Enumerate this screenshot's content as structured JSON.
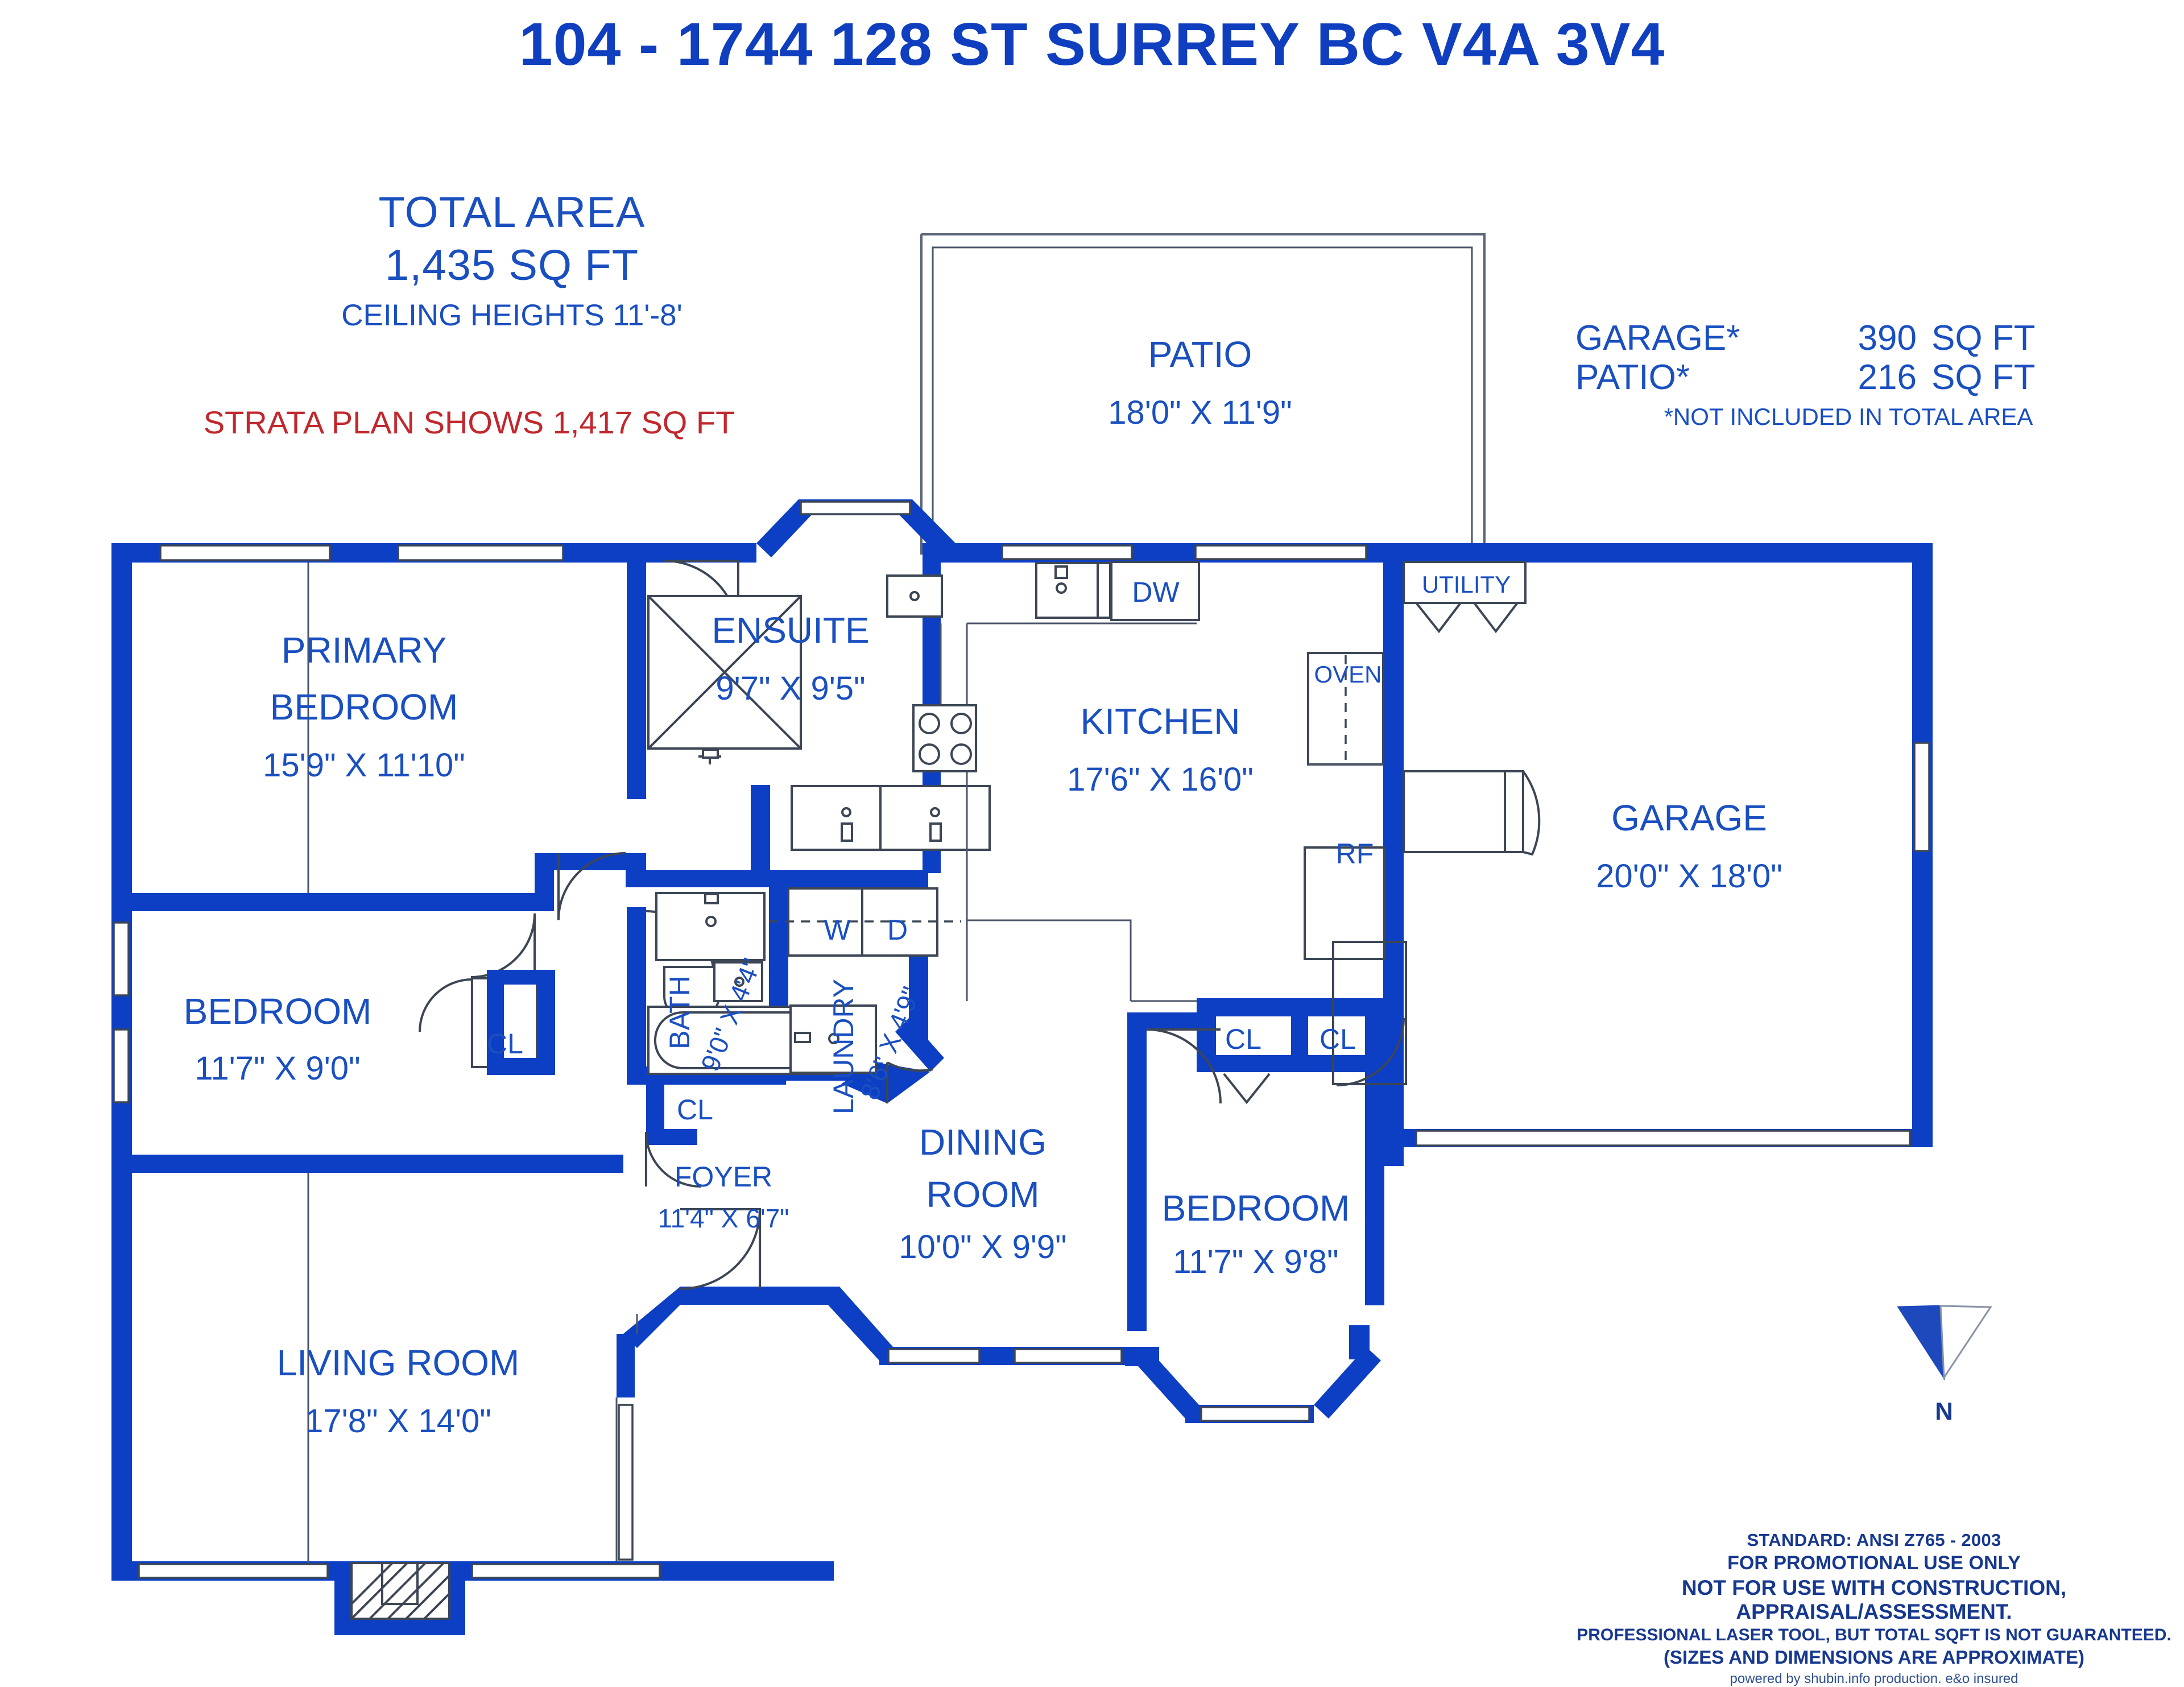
{
  "title": "104 - 1744 128 ST SURREY BC  V4A 3V4",
  "area_summary": {
    "heading": "TOTAL AREA",
    "total": "1,435  SQ FT",
    "ceiling": "CEILING HEIGHTS 11'-8'",
    "strata_note": "STRATA PLAN SHOWS  1,417  SQ FT"
  },
  "extra_areas": {
    "garage_label": "GARAGE*",
    "garage_value": "390",
    "garage_unit": "SQ FT",
    "patio_label": "PATIO*",
    "patio_value": "216",
    "patio_unit": "SQ FT",
    "note": "*NOT INCLUDED IN TOTAL AREA"
  },
  "rooms": [
    {
      "id": "patio",
      "name": "PATIO",
      "dim": "18'0\" X 11'9\""
    },
    {
      "id": "primary",
      "name": "PRIMARY",
      "name2": "BEDROOM",
      "dim": "15'9\" X 11'10\""
    },
    {
      "id": "ensuite",
      "name": "ENSUITE",
      "dim": "9'7\" X 9'5\""
    },
    {
      "id": "kitchen",
      "name": "KITCHEN",
      "dim": "17'6\" X 16'0\""
    },
    {
      "id": "garage",
      "name": "GARAGE",
      "dim": "20'0\" X 18'0\""
    },
    {
      "id": "bedroom2",
      "name": "BEDROOM",
      "dim": "11'7\" X 9'0\""
    },
    {
      "id": "bath",
      "name": "BATH",
      "dim": "9'0\" X 4'4\""
    },
    {
      "id": "laundry",
      "name": "LAUNDRY",
      "dim": "8'6\" X 4'9\""
    },
    {
      "id": "foyer",
      "name": "FOYER",
      "dim": "11'4\" X 6'7\""
    },
    {
      "id": "dining",
      "name": "DINING",
      "name2": "ROOM",
      "dim": "10'0\" X 9'9\""
    },
    {
      "id": "bedroom3",
      "name": "BEDROOM",
      "dim": "11'7\" X 9'8\""
    },
    {
      "id": "living",
      "name": "LIVING ROOM",
      "dim": "17'8\" X 14'0\""
    }
  ],
  "tags": {
    "dw": "DW",
    "oven": "OVEN",
    "rf": "RF",
    "utility": "UTILITY",
    "washer": "W",
    "dryer": "D",
    "closet_primary": "CL",
    "closet_hall": "CL",
    "closet_bed3_a": "CL",
    "closet_bed3_b": "CL"
  },
  "compass": {
    "label": "N"
  },
  "disclaimer": {
    "l1": "STANDARD: ANSI  Z765 - 2003",
    "l2": "FOR PROMOTIONAL USE ONLY",
    "l3": "NOT FOR USE WITH CONSTRUCTION, APPRAISAL/ASSESSMENT.",
    "l4": "PROFESSIONAL LASER TOOL, BUT TOTAL SQFT IS NOT GUARANTEED.",
    "l5": "(SIZES AND DIMENSIONS ARE APPROXIMATE)",
    "l6": "powered by shubin.info production. e&o insured"
  },
  "colors": {
    "wall_blue": "#0d3fc4",
    "text_blue": "#1a4fc0",
    "title_blue": "#0f3fbf",
    "red": "#c0282d",
    "dark_blue": "#17388f"
  }
}
